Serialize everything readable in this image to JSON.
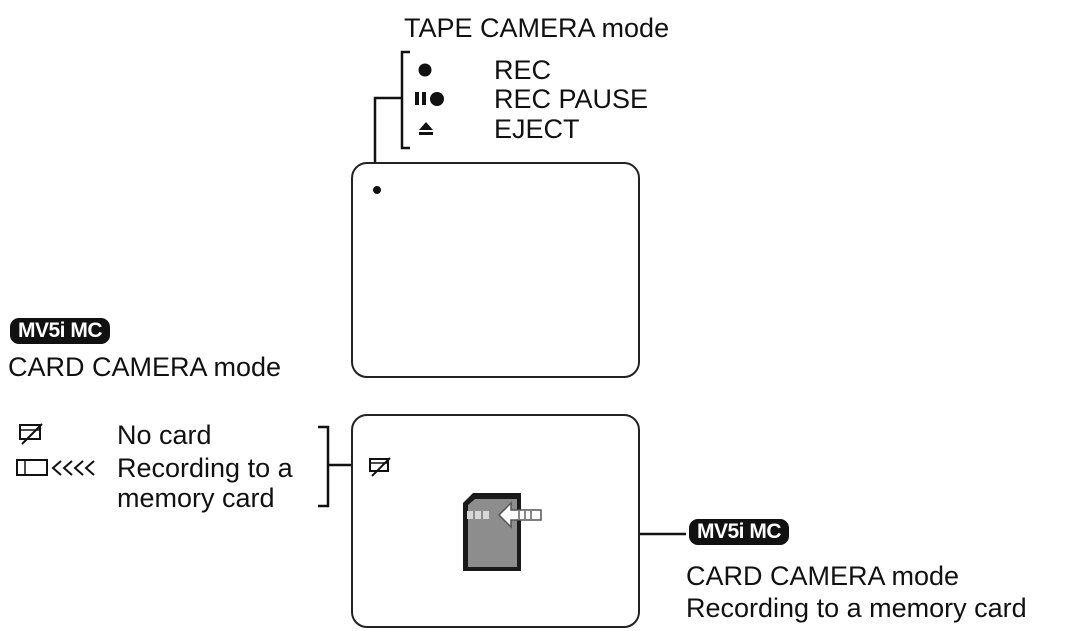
{
  "tape_section": {
    "title": "TAPE CAMERA mode",
    "items": [
      {
        "icon": "rec-dot-icon",
        "label": "REC"
      },
      {
        "icon": "rec-pause-icon",
        "label": "REC PAUSE"
      },
      {
        "icon": "eject-icon",
        "label": "EJECT"
      }
    ]
  },
  "card_section_left": {
    "badge": "MV5i MC",
    "title": "CARD CAMERA mode",
    "items": [
      {
        "icon": "no-card-icon",
        "label": "No card"
      },
      {
        "icon": "card-recording-arrows-icon",
        "label_line1": "Recording to a",
        "label_line2": "memory card"
      }
    ]
  },
  "card_section_right": {
    "badge": "MV5i MC",
    "line1": "CARD CAMERA mode",
    "line2": "Recording to a memory card"
  },
  "icons": {
    "screen_top_indicator": "rec-dot-icon",
    "screen_bottom_indicator": "no-card-icon",
    "screen_bottom_center": "memory-card-recording-icon"
  }
}
